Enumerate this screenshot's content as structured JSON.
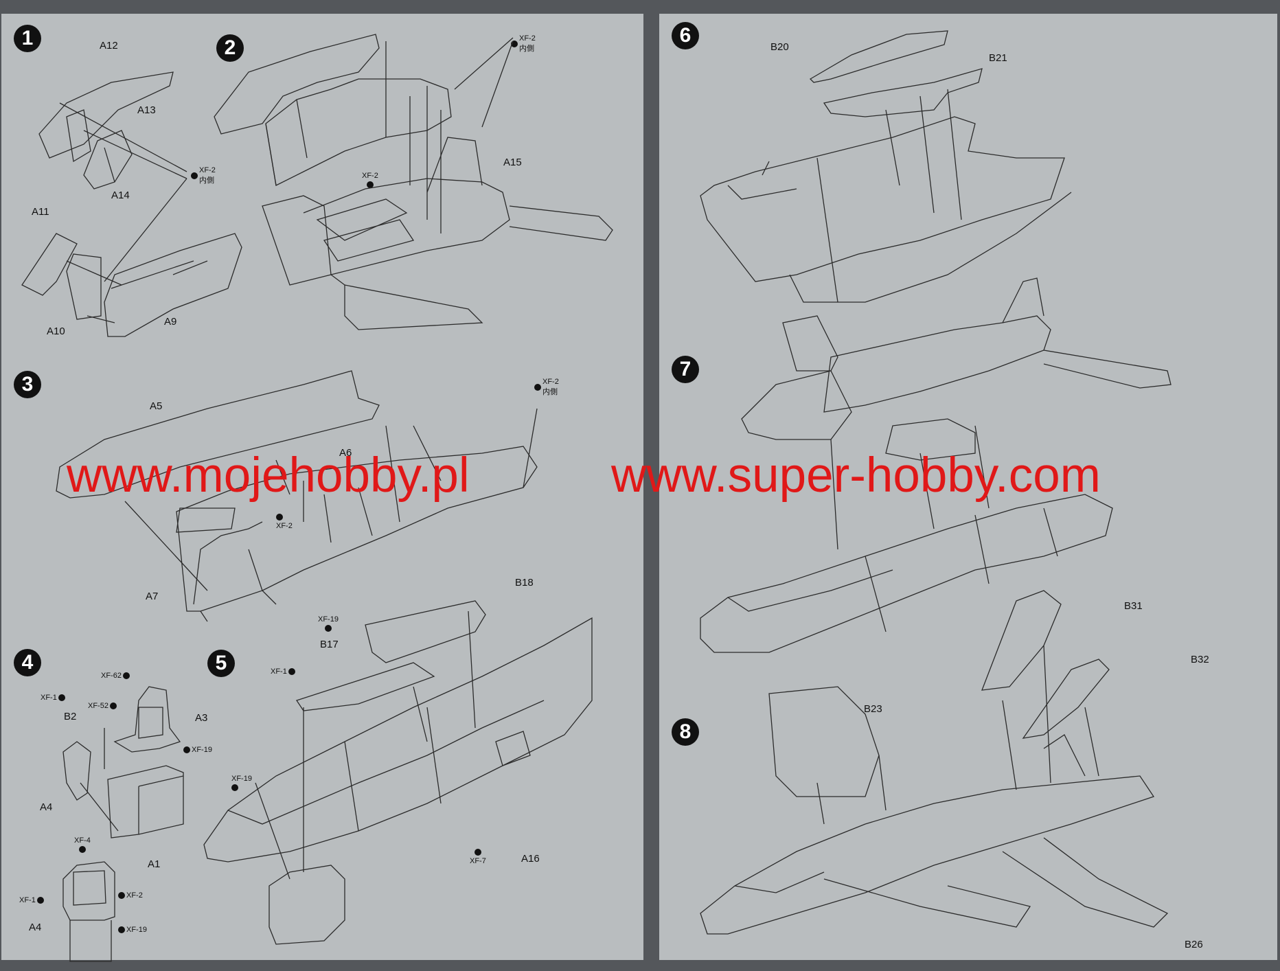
{
  "watermarks": {
    "left": "www.mojehobby.pl",
    "right": "www.super-hobby.com"
  },
  "steps": [
    {
      "number": "1",
      "parts": [
        "A12",
        "A13",
        "A14",
        "A11",
        "A10",
        "A9"
      ],
      "paint": [
        {
          "code": "XF-2",
          "note": "内側"
        }
      ]
    },
    {
      "number": "2",
      "parts": [
        "A15"
      ],
      "paint": [
        {
          "code": "XF-2",
          "note": "内側"
        },
        {
          "code": "XF-2"
        }
      ]
    },
    {
      "number": "3",
      "parts": [
        "A5",
        "A6",
        "A7"
      ],
      "paint": [
        {
          "code": "XF-2",
          "note": "内側"
        },
        {
          "code": "XF-2"
        }
      ]
    },
    {
      "number": "4",
      "parts": [
        "B2",
        "A3",
        "A4",
        "A1",
        "A4"
      ],
      "paint": [
        {
          "code": "XF-1"
        },
        {
          "code": "XF-62"
        },
        {
          "code": "XF-52"
        },
        {
          "code": "XF-19"
        },
        {
          "code": "XF-4"
        },
        {
          "code": "XF-1"
        },
        {
          "code": "XF-2"
        },
        {
          "code": "XF-19"
        }
      ]
    },
    {
      "number": "5",
      "parts": [
        "B17",
        "B18",
        "A16"
      ],
      "paint": [
        {
          "code": "XF-19"
        },
        {
          "code": "XF-1"
        },
        {
          "code": "XF-19"
        },
        {
          "code": "XF-7"
        }
      ]
    },
    {
      "number": "6",
      "parts": [
        "B20",
        "B21"
      ],
      "paint": []
    },
    {
      "number": "7",
      "parts": [],
      "paint": []
    },
    {
      "number": "8",
      "parts": [
        "B31",
        "B32",
        "B23",
        "B26"
      ],
      "paint": []
    }
  ]
}
